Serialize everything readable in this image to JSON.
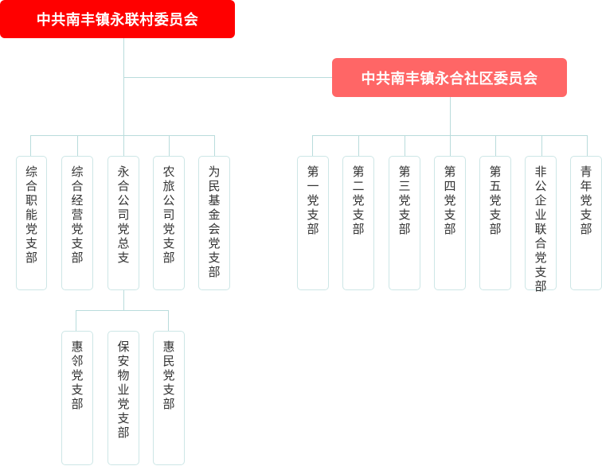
{
  "village_committee": {
    "title": "中共南丰镇永联村委员会",
    "color": "#ff0000"
  },
  "community_committee": {
    "title": "中共南丰镇永合社区委员会",
    "color": "#ff6666"
  },
  "connector_color": "#b9dcdc",
  "village_branches": [
    {
      "label": "综合职能党支部"
    },
    {
      "label": "综合经营党支部"
    },
    {
      "label": "永合公司党总支"
    },
    {
      "label": "农旅公司党支部"
    },
    {
      "label": "为民基金会党支部"
    }
  ],
  "company_sub_branches": [
    {
      "label": "惠邻党支部"
    },
    {
      "label": "保安物业党支部"
    },
    {
      "label": "惠民党支部"
    }
  ],
  "community_branches": [
    {
      "label": "第一党支部"
    },
    {
      "label": "第二党支部"
    },
    {
      "label": "第三党支部"
    },
    {
      "label": "第四党支部"
    },
    {
      "label": "第五党支部"
    },
    {
      "label": "非公企业联合党支部"
    },
    {
      "label": "青年党支部"
    }
  ]
}
